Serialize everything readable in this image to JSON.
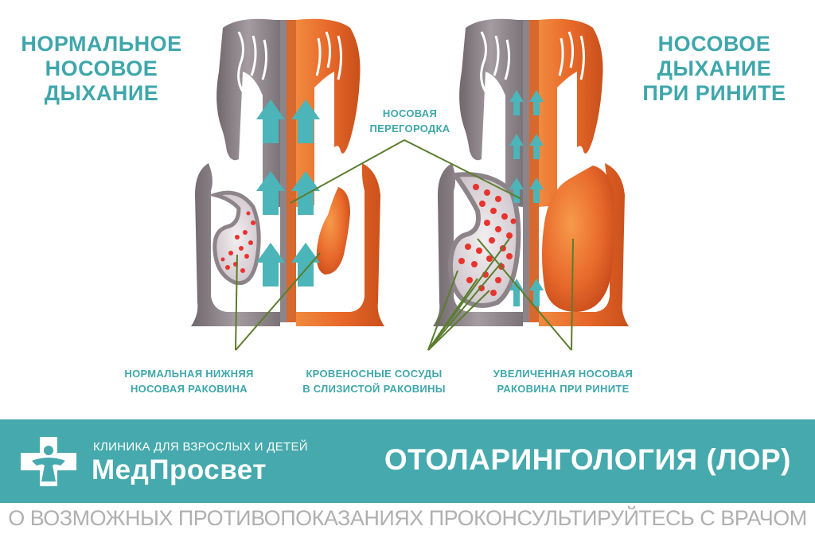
{
  "left_title": [
    "НОРМАЛЬНОЕ",
    "НОСОВОЕ",
    "ДЫХАНИЕ"
  ],
  "right_title": [
    "НОСОВОЕ",
    "ДЫХАНИЕ",
    "ПРИ РИНИТЕ"
  ],
  "labels": {
    "septum": [
      "НОСОВАЯ",
      "ПЕРЕГОРОДКА"
    ],
    "normal_turbinate": [
      "НОРМАЛЬНАЯ НИЖНЯЯ",
      "НОСОВАЯ РАКОВИНА"
    ],
    "blood_vessels": [
      "КРОВЕНОСНЫЕ СОСУДЫ",
      "В СЛИЗИСТОЙ РАКОВИНЫ"
    ],
    "enlarged_turbinate": [
      "УВЕЛИЧЕННАЯ НОСОВАЯ",
      "РАКОВИНА ПРИ РИНИТЕ"
    ]
  },
  "clinic": {
    "subtitle": "КЛИНИКА ДЛЯ ВЗРОСЛЫХ И ДЕТЕЙ",
    "name": "МедПросвет"
  },
  "specialty": "ОТОЛАРИНГОЛОГИЯ (ЛОР)",
  "disclaimer": "О ВОЗМОЖНЫХ ПРОТИВОПОКАЗАНИЯХ ПРОКОНСУЛЬТИРУЙТЕСЬ С ВРАЧОМ",
  "colors": {
    "accent": "#3fa7ab",
    "band": "#45a9ad",
    "tissue_gray": "#8d8489",
    "tissue_orange": "#e8692a",
    "vessel_red": "#e8332f",
    "arrow": "#4bb5b9"
  }
}
